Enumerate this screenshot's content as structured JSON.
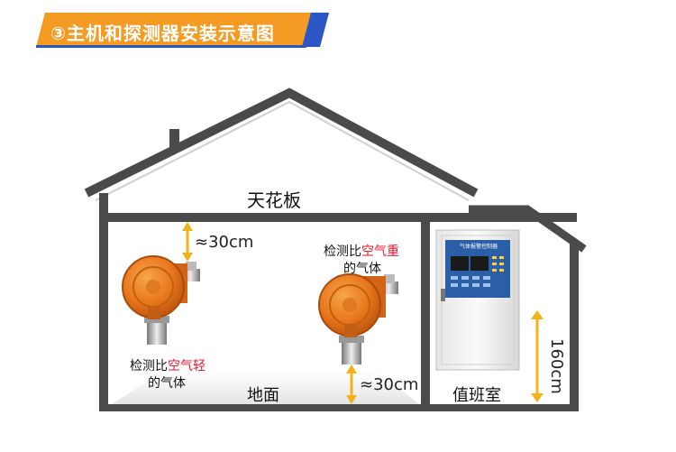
{
  "banner": {
    "title": "③主机和探测器安装示意图",
    "bg_color": "#f59a22",
    "accent_color": "#2a56c6"
  },
  "house": {
    "ceiling_label": "天花板",
    "floor_label": "地面",
    "duty_room_label": "值班室",
    "wall_color": "#4a4a4a"
  },
  "dimensions": {
    "ceiling_gap": "≈30cm",
    "floor_gap": "≈30cm",
    "controller_height": "160cm",
    "arrow_color": "#f2b21a"
  },
  "detector_left": {
    "caption_prefix": "检测比",
    "caption_highlight": "空气轻",
    "caption_line2": "的气体"
  },
  "detector_right": {
    "caption_prefix": "检测比",
    "caption_highlight": "空气重",
    "caption_line2": "的气体"
  },
  "controller": {
    "panel_title": "气体报警控制器"
  }
}
